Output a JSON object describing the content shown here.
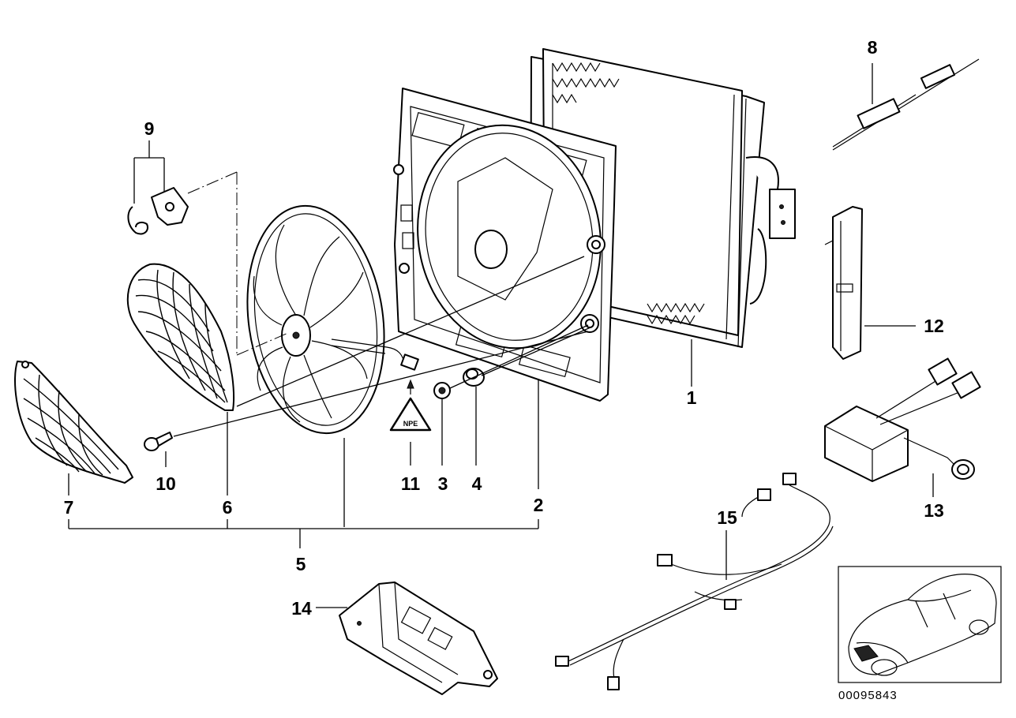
{
  "diagram": {
    "callouts": [
      "1",
      "2",
      "3",
      "4",
      "5",
      "6",
      "7",
      "8",
      "9",
      "10",
      "11",
      "12",
      "13",
      "14",
      "15"
    ],
    "warning_symbol_text": "NPE",
    "document_number": "00095843"
  }
}
